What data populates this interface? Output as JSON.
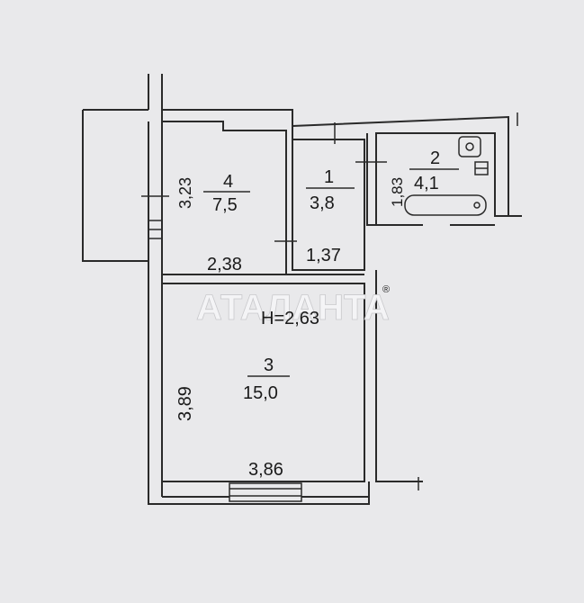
{
  "colors": {
    "background": "#e9e9eb",
    "wall": "#2a2a2a",
    "text": "#1a1a1a",
    "watermark": "#f4f4f6"
  },
  "watermark": {
    "text": "АТАЛАНТА",
    "mark": "®"
  },
  "ceiling_height": "H=2,63",
  "rooms": [
    {
      "number": "4",
      "area": "7,5"
    },
    {
      "number": "1",
      "area": "3,8"
    },
    {
      "number": "2",
      "area": "4,1"
    },
    {
      "number": "3",
      "area": "15,0"
    }
  ],
  "dimensions": {
    "room4_height": "3,23",
    "room4_width": "2,38",
    "room1_width": "1,37",
    "room2_height": "1,83",
    "room3_height": "3,89",
    "room3_width": "3,86"
  },
  "icons": [
    "bathtub-icon",
    "sink-icon",
    "toilet-icon",
    "window-icon"
  ]
}
